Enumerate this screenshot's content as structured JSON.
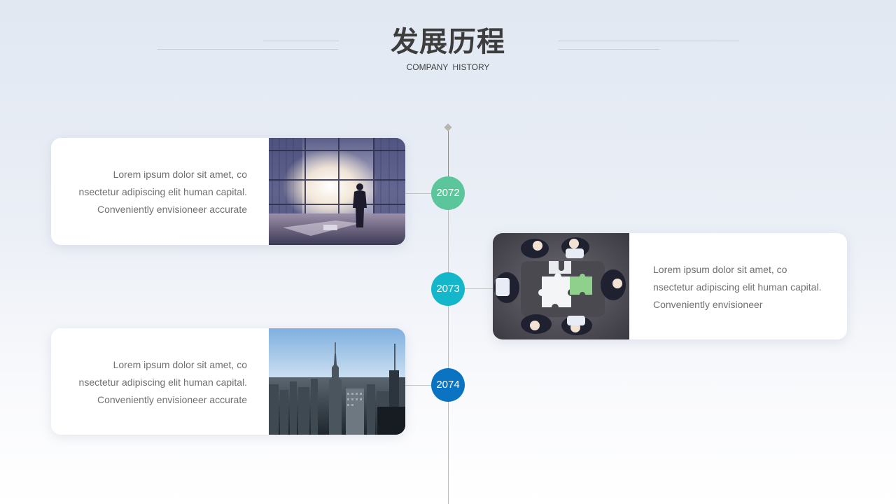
{
  "header": {
    "title": "发展历程",
    "subtitle": "COMPANY  HISTORY"
  },
  "timeline": [
    {
      "year": "2072",
      "color": "#5bc59b",
      "side": "left",
      "lines": [
        "Lorem ipsum dolor sit amet, co",
        "nsectetur adipiscing elit human capital.",
        "Conveniently envisioneer accurate"
      ],
      "image": "businessman-window-photo"
    },
    {
      "year": "2073",
      "color": "#14b6c9",
      "side": "right",
      "lines": [
        "Lorem ipsum dolor sit amet, co",
        "nsectetur adipiscing elit human capital.",
        "Conveniently envisioneer"
      ],
      "image": "team-puzzle-photo"
    },
    {
      "year": "2074",
      "color": "#0b74c2",
      "side": "left",
      "lines": [
        "Lorem ipsum dolor sit amet, co",
        "nsectetur adipiscing elit human capital.",
        "Conveniently envisioneer accurate"
      ],
      "image": "city-skyline-photo"
    }
  ]
}
